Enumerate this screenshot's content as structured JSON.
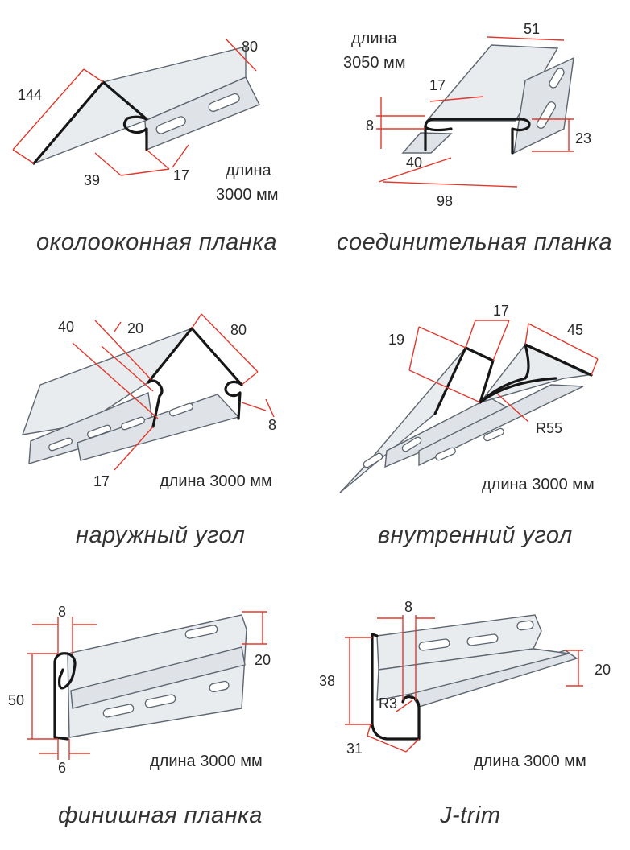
{
  "profiles": [
    {
      "id": "window",
      "caption": "околооконная планка",
      "length_label": "длина",
      "length_value": "3000 мм",
      "dims": [
        "144",
        "80",
        "39",
        "17"
      ]
    },
    {
      "id": "connector",
      "caption": "соединительная планка",
      "length_label": "длина",
      "length_value": "3050 мм",
      "dims": [
        "51",
        "17",
        "8",
        "23",
        "40",
        "98"
      ]
    },
    {
      "id": "outer-corner",
      "caption": "наружный угол",
      "length_text": "длина 3000 мм",
      "dims": [
        "40",
        "20",
        "80",
        "8",
        "17"
      ]
    },
    {
      "id": "inner-corner",
      "caption": "внутренний угол",
      "length_text": "длина 3000 мм",
      "dims": [
        "17",
        "19",
        "45",
        "R55"
      ]
    },
    {
      "id": "finish",
      "caption": "финишная планка",
      "length_text": "длина 3000 мм",
      "dims": [
        "8",
        "20",
        "50",
        "6"
      ]
    },
    {
      "id": "j-trim",
      "caption": "J-trim",
      "length_text": "длина 3000 мм",
      "dims": [
        "8",
        "38",
        "20",
        "R3",
        "31"
      ]
    }
  ]
}
